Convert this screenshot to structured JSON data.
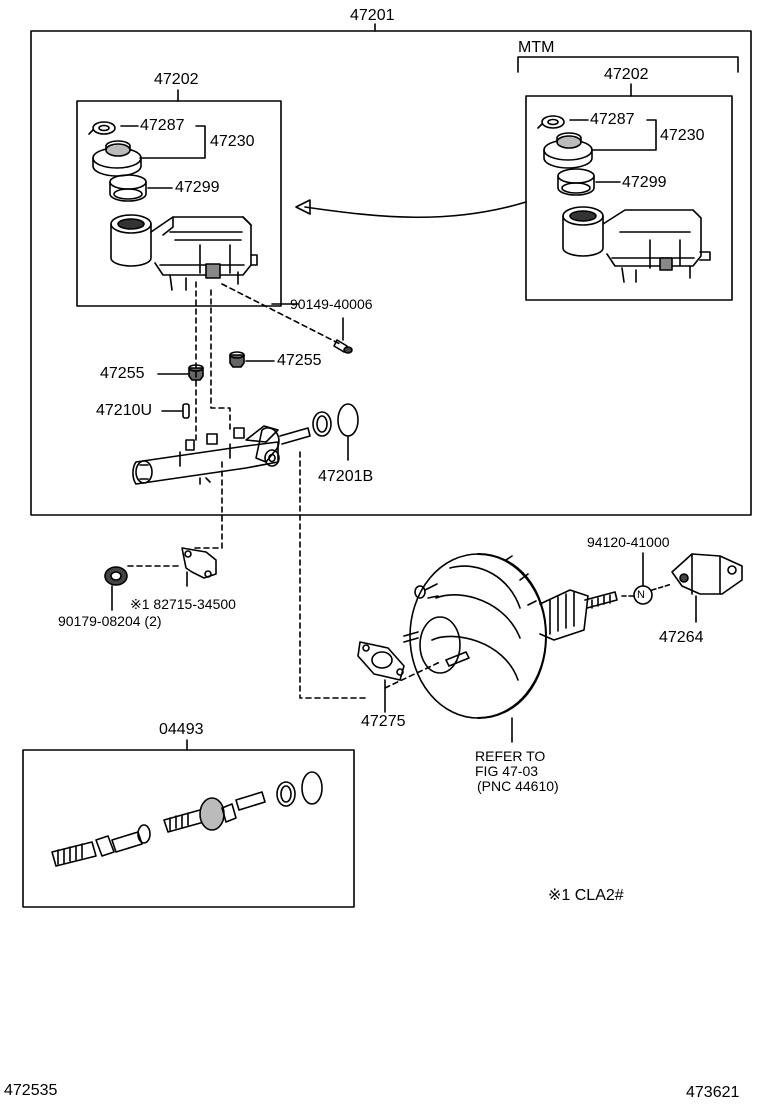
{
  "labels": {
    "top": "47201",
    "mtm": "MTM",
    "res_left": "47202",
    "res_right": "47202",
    "cap_left": "47287",
    "capset_left": "47230",
    "filter_left": "47299",
    "cap_right": "47287",
    "capset_right": "47230",
    "filter_right": "47299",
    "screw": "90149-40006",
    "grommet_left": "47255",
    "grommet_right": "47255",
    "pin": "47210U",
    "oring": "47201B",
    "kit_no": "94120-41000",
    "clevis": "47264",
    "gasket": "47275",
    "bracket": "※1 82715-34500",
    "nut": "90179-08204 (2)",
    "repair_kit": "04493",
    "refer_line1": "REFER TO",
    "refer_line2": "FIG 47-03",
    "refer_line3": "(PNC 44610)",
    "note": "※1  CLA2#",
    "footer_left": "472535",
    "footer_right": "473621",
    "n_mark": "N"
  }
}
